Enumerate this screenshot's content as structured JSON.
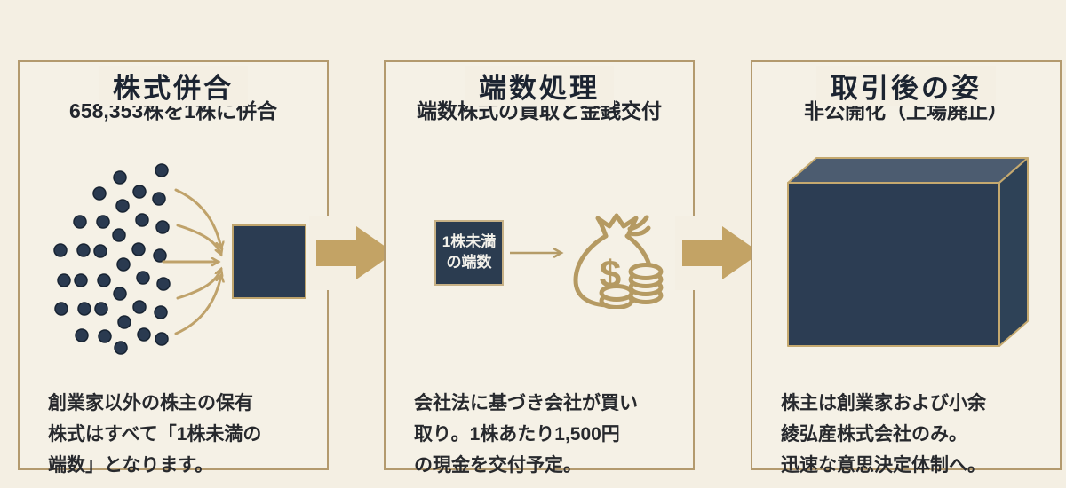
{
  "colors": {
    "background": "#f4efe3",
    "panel_border_gold": "#b39a6e",
    "arrow_gold": "#c3a365",
    "line_gold": "#b59c68",
    "navy": "#2b3c52",
    "cube_top": "#4c5c70",
    "cube_side": "#2e4257",
    "chip_text": "#f3f1ea"
  },
  "panels": [
    {
      "title": "株式併合",
      "subtitle": "658,353株を1株に併合",
      "icon": "dots-converging-to-square-icon",
      "body_lines": [
        "創業家以外の株主の保有",
        "株式はすべて「1株未満の",
        "端数」となります。"
      ]
    },
    {
      "title": "端数処理",
      "subtitle": "端数株式の買取と金銭交付",
      "icon": "money-bag-icon",
      "chip_lines": [
        "1株未満",
        "の端数"
      ],
      "money_symbol": "$",
      "body_lines": [
        "会社法に基づき会社が買い",
        "取り。1株あたり1,500円",
        "の現金を交付予定。"
      ]
    },
    {
      "title": "取引後の姿",
      "subtitle": "非公開化（上場廃止）",
      "icon": "company-cube-icon",
      "body_lines": [
        "株主は創業家および小余",
        "綾弘産株式会社のみ。",
        "迅速な意思決定体制へ。"
      ]
    }
  ]
}
